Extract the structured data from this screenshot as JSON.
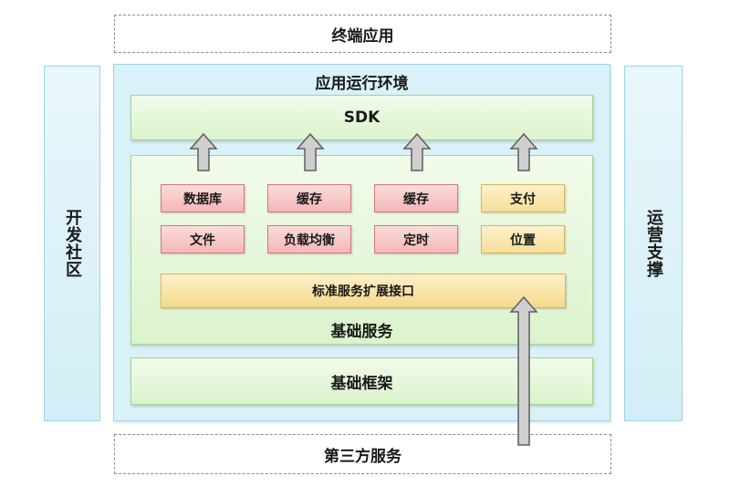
{
  "top_layer": "终端应用",
  "bottom_layer": "第三方服务",
  "left_side": "开发社区",
  "right_side": "运营支撑",
  "environment": {
    "title": "应用运行环境",
    "sdk": "SDK",
    "base_services": {
      "title": "基础服务",
      "modules_row1": [
        "数据库",
        "缓存",
        "缓存",
        "支付"
      ],
      "modules_row2": [
        "文件",
        "负载均衡",
        "定时",
        "位置"
      ],
      "extension_interface": "标准服务扩展接口"
    },
    "base_framework": "基础框架"
  },
  "colors": {
    "light_blue": "#d9f1f8",
    "green": "#dcf3cd",
    "red": "#f4b6b6",
    "yellow": "#f7de98",
    "arrow_gray": "#cfcfcf"
  }
}
